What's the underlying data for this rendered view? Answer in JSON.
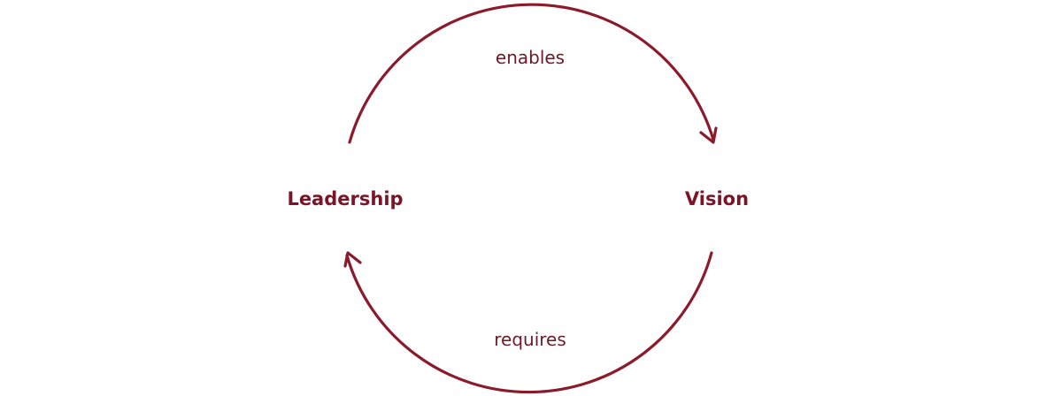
{
  "diagram": {
    "nodes": {
      "leadership": "Leadership",
      "vision": "Vision"
    },
    "edges": {
      "top": "enables",
      "bottom": "requires"
    },
    "colors": {
      "stroke": "#8b1a2b",
      "node_text": "#7a1426",
      "edge_text": "#6e1a28"
    }
  }
}
